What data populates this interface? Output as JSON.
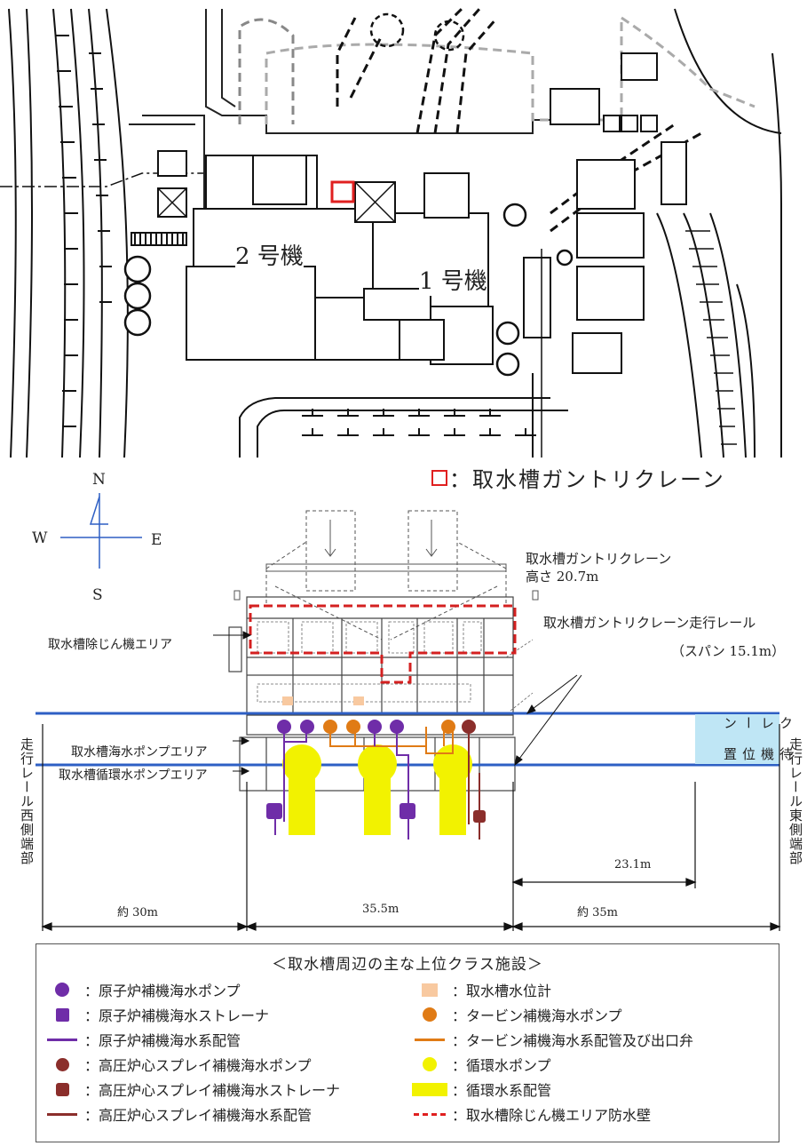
{
  "top_map": {
    "unit2_label": "2 号機",
    "unit1_label": "1 号機",
    "map_legend": "：取水槽ガントリクレーン"
  },
  "compass": {
    "n": "N",
    "e": "E",
    "s": "S",
    "w": "W"
  },
  "drawing": {
    "crane_title": "取水槽ガントリクレーン",
    "crane_height": "高さ 20.7m",
    "rail_label": "取水槽ガントリクレーン走行レール",
    "span_label": "（スパン 15.1m）",
    "dust_area": "取水槽除じん機エリア",
    "seawater_pump_area": "取水槽海水ポンプエリア",
    "circ_pump_area": "取水槽循環水ポンプエリア",
    "west_end": "走行レール西側端部",
    "east_end": "走行レール東側端部",
    "standby": "クレーン待機位置",
    "dim_23": "23.1m",
    "dim_30": "約 30m",
    "dim_355": "35.5m",
    "dim_35": "約 35m"
  },
  "legend": {
    "title": "＜取水槽周辺の主な上位クラス施設＞",
    "left": [
      {
        "icon": "purple-circle-icon",
        "text": "：原子炉補機海水ポンプ"
      },
      {
        "icon": "purple-square-icon",
        "text": "：原子炉補機海水ストレーナ"
      },
      {
        "icon": "purple-line-icon",
        "text": "：原子炉補機海水系配管"
      },
      {
        "icon": "brown-circle-icon",
        "text": "：高圧炉心スプレイ補機海水ポンプ"
      },
      {
        "icon": "brown-square-icon",
        "text": "：高圧炉心スプレイ補機海水ストレーナ"
      },
      {
        "icon": "brown-line-icon",
        "text": "：高圧炉心スプレイ補機海水系配管"
      }
    ],
    "right": [
      {
        "icon": "peach-square-icon",
        "text": "：取水槽水位計"
      },
      {
        "icon": "orange-circle-icon",
        "text": "：タービン補機海水ポンプ"
      },
      {
        "icon": "orange-line-icon",
        "text": "：タービン補機海水系配管及び出口弁"
      },
      {
        "icon": "yellow-circle-icon",
        "text": "：循環水ポンプ"
      },
      {
        "icon": "yellow-bar-icon",
        "text": "：循環水系配管"
      },
      {
        "icon": "red-dashed-line-icon",
        "text": "：取水槽除じん機エリア防水壁"
      }
    ]
  },
  "colors": {
    "purple": "#6f2da8",
    "brown": "#8b2e2b",
    "orange": "#e07b15",
    "yellow": "#f2f200",
    "peach": "#f8c9a0",
    "red": "#e02020",
    "rail_blue": "#2e5fc4",
    "standby_fill": "#bfe6f5"
  }
}
